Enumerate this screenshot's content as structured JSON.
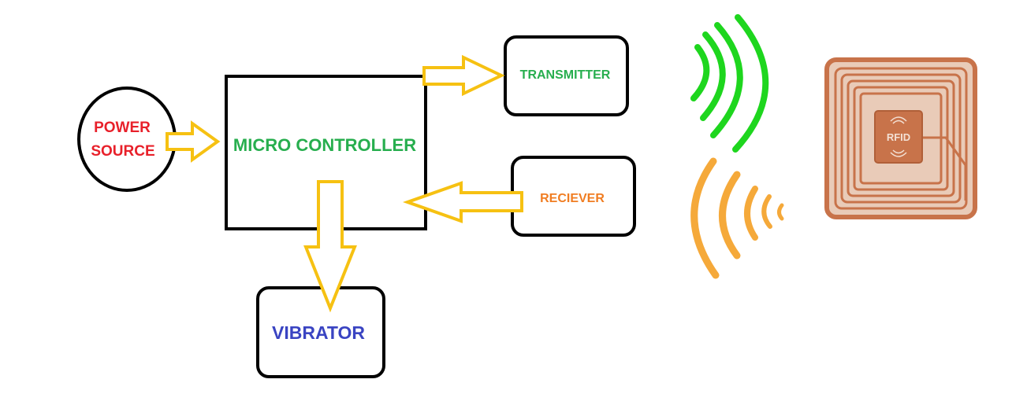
{
  "blocks": {
    "power_source": {
      "line1": "POWER",
      "line2": "SOURCE",
      "color": "#e8202a"
    },
    "micro_controller": {
      "label": "MICRO CONTROLLER",
      "color": "#27ae4e"
    },
    "transmitter": {
      "label": "TRANSMITTER",
      "color": "#27ae4e"
    },
    "receiver": {
      "label": "RECIEVER",
      "color": "#f07d22"
    },
    "vibrator": {
      "label": "VIBRATOR",
      "color": "#3a44c2"
    }
  },
  "rfid_tag": {
    "label": "RFID",
    "icon": "rfid-tag-icon"
  },
  "colors": {
    "arrow": "#f6c112",
    "outline": "#000000",
    "signal_out": "#1ed61e",
    "signal_in": "#f5a93a",
    "rfid_copper": "#c8734a"
  }
}
